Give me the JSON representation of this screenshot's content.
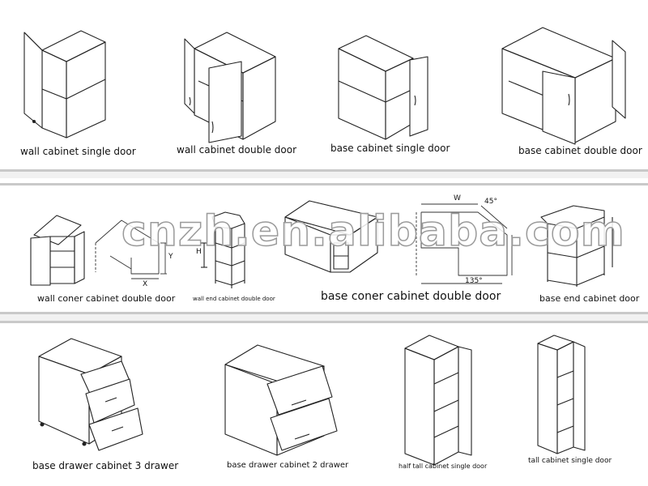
{
  "captions": {
    "wall_single": "wall cabinet single door",
    "wall_double": "wall cabinet double door",
    "base_single": "base cabinet single door",
    "base_double": "base cabinet double door",
    "wall_corner": "wall coner cabinet double door",
    "wall_end": "wall end cabinet double door",
    "base_corner": "base coner cabinet double door",
    "base_end": "base end cabinet door",
    "drawer3": "base drawer cabinet 3 drawer",
    "drawer2": "base drawer cabinet 2 drawer",
    "half_tall": "half tall cabinet single door",
    "tall": "tall cabinet single door"
  },
  "watermark": "cnzh.en.alibaba.com",
  "dimension_labels": {
    "x": "X",
    "y": "Y",
    "h": "H",
    "w": "W",
    "angle1": "45°",
    "angle2": "135°"
  }
}
